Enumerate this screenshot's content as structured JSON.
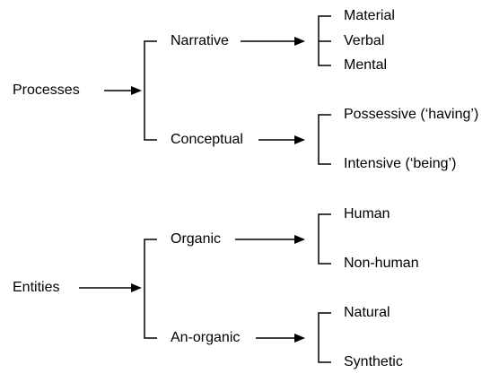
{
  "processes": {
    "label": "Processes",
    "narrative": {
      "label": "Narrative",
      "children": [
        "Material",
        "Verbal",
        "Mental"
      ]
    },
    "conceptual": {
      "label": "Conceptual",
      "children": [
        "Possessive (‘having’)",
        "Intensive (‘being’)"
      ]
    }
  },
  "entities": {
    "label": "Entities",
    "organic": {
      "label": "Organic",
      "children": [
        "Human",
        "Non-human"
      ]
    },
    "anorganic": {
      "label": "An-organic",
      "children": [
        "Natural",
        "Synthetic"
      ]
    }
  }
}
